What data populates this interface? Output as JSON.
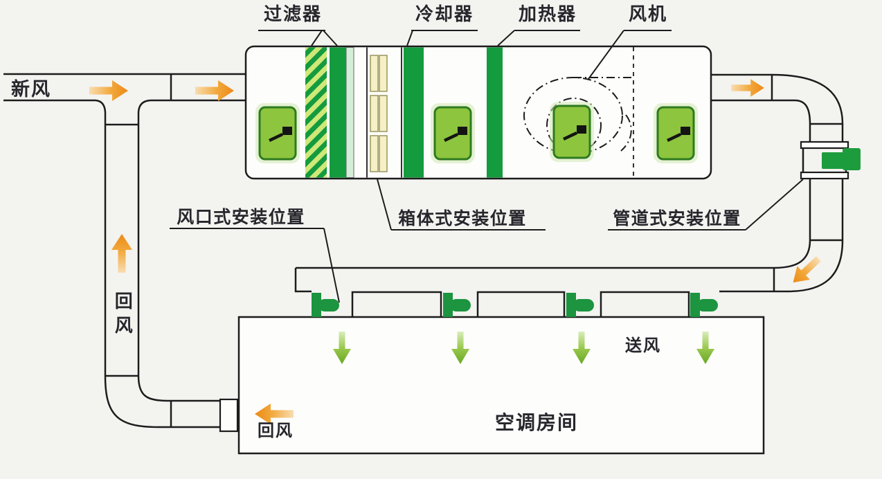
{
  "colors": {
    "background": "#f3f3f0",
    "panel_fill": "#fdfdfb",
    "line": "#1c1c1c",
    "text": "#26262c",
    "band_green": "#149b3e",
    "hatch_light": "#cfe878",
    "mint_band": "#d4efd8",
    "slat_fill": "#f5f0c6",
    "slat_border": "#99955e",
    "damper_fill": "#8dc53e",
    "damper_border": "#2e7a20",
    "damper_halo": "#cfe8b4",
    "connector_green": "#1c9440",
    "pipe_unit_green": "#1d9c3e",
    "orange_arrow": "#ec8a15",
    "green_arrow": "#68a824"
  },
  "component_labels": {
    "filter": "过滤器",
    "cooler": "冷却器",
    "heater": "加热器",
    "fan": "风机"
  },
  "install_labels": {
    "outlet_type": "风口式安装位置",
    "cabinet_type": "箱体式安装位置",
    "duct_type": "管道式安装位置"
  },
  "airflow_labels": {
    "fresh_air": "新风",
    "return_air_duct": "回风",
    "return_air_room": "回风",
    "supply_air": "送风",
    "room": "空调房间"
  }
}
